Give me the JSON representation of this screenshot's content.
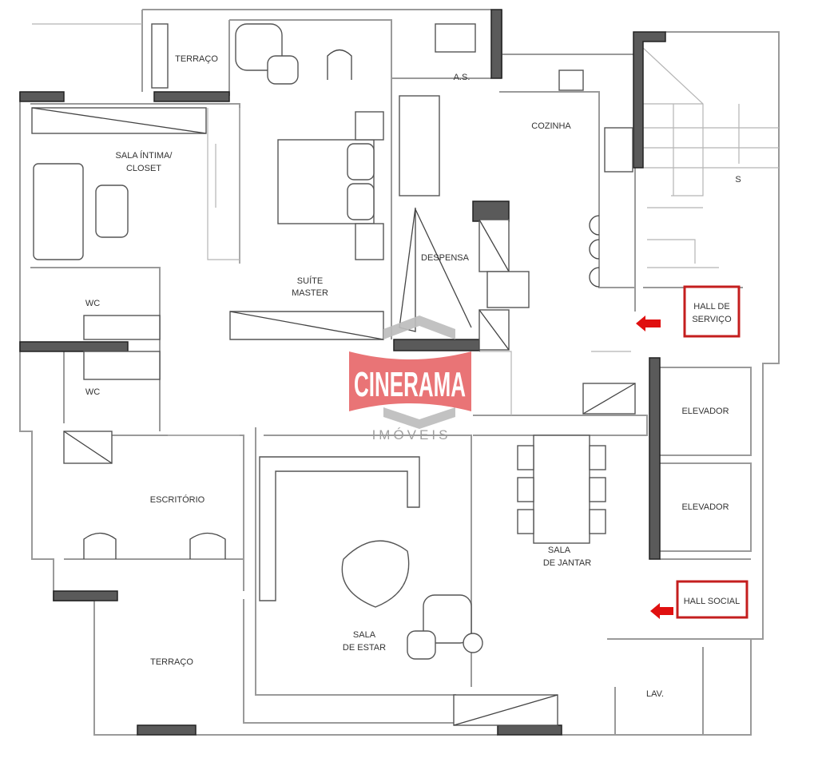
{
  "plan": {
    "rooms": {
      "terraco_top": "TERRAÇO",
      "sala_intima_1": "SALA ÍNTIMA/",
      "sala_intima_2": "CLOSET",
      "suite_1": "SUÍTE",
      "suite_2": "MASTER",
      "as": "A.S.",
      "cozinha": "COZINHA",
      "despensa": "DESPENSA",
      "wc1": "WC",
      "wc2": "WC",
      "escritorio": "ESCRITÓRIO",
      "sala_estar_1": "SALA",
      "sala_estar_2": "DE ESTAR",
      "sala_jantar_1": "SALA",
      "sala_jantar_2": "DE JANTAR",
      "elevador1": "ELEVADOR",
      "elevador2": "ELEVADOR",
      "hall_servico_1": "HALL DE",
      "hall_servico_2": "SERVIÇO",
      "hall_social": "HALL SOCIAL",
      "terraco_bottom": "TERRAÇO",
      "lav": "LAV.",
      "stairs_mark": "S"
    },
    "colors": {
      "accent_red": "#c41e1e",
      "logo_red": "#e8696b",
      "wall_dark": "#5a5a5a"
    }
  },
  "watermark": {
    "brand": "CINERAMA",
    "subtitle": "IMÓVEIS"
  }
}
